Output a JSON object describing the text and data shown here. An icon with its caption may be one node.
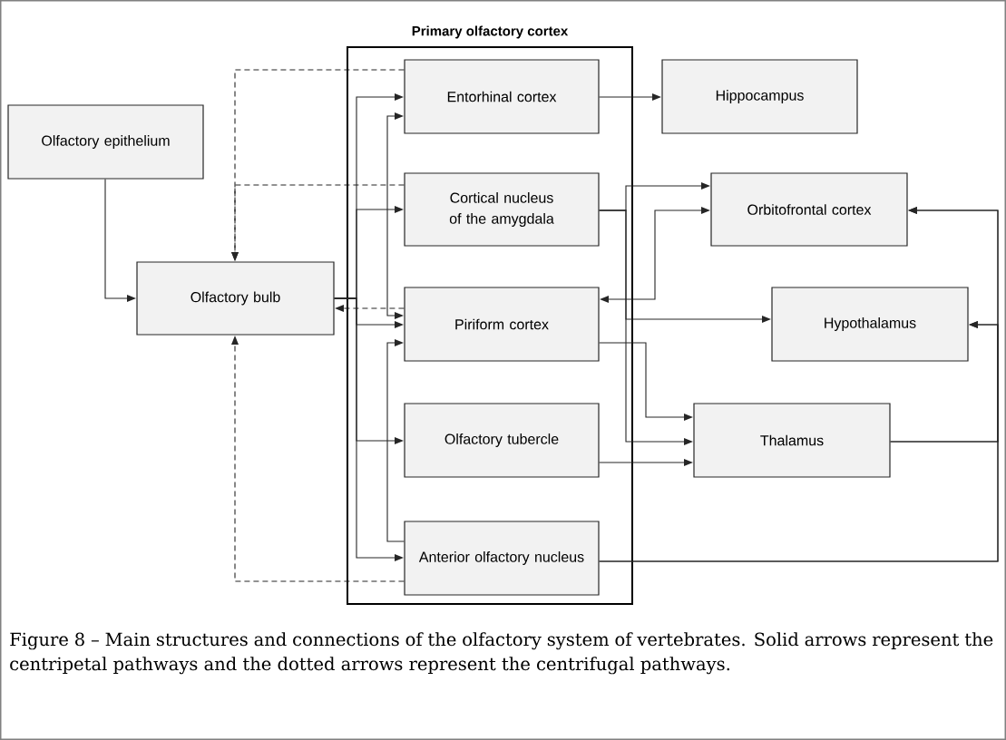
{
  "diagram": {
    "caption": "Figure 8 – Main structures and connections of the olfactory system of vertebrates. Solid arrows represent the centripetal pathways and the dotted arrows represent the centrifugal pathways.",
    "nodes": [
      {
        "text": [
          "Primary olfactory cortex"
        ]
      },
      {
        "text": [
          "Olfactory epithelium"
        ]
      },
      {
        "text": [
          "Olfactory bulb"
        ]
      },
      {
        "text": [
          "Entorhinal cortex"
        ],
        "in": 0
      },
      {
        "text": [
          "Hippocampus"
        ]
      },
      {
        "text": [
          "Cortical nucleus of the amygdala"
        ],
        "in": 0
      },
      {
        "text": [
          "Orbitofrontal cortex"
        ]
      },
      {
        "text": [
          "Piriform cortex"
        ],
        "in": 0
      },
      {
        "text": [
          "Hypothalamus"
        ]
      },
      {
        "text": [
          "Olfactory tubercle"
        ],
        "in": 0
      },
      {
        "text": [
          "Thalamus"
        ]
      },
      {
        "text": [
          "Anterior olfactory nucleus"
        ],
        "in": 0
      }
    ],
    "edges": [
      {
        "from": 1,
        "to": 2,
        "arrow": "to"
      },
      {
        "from": 2,
        "to": 3,
        "arrow": "to"
      },
      {
        "from": 2,
        "to": 5,
        "arrow": "to"
      },
      {
        "from": 2,
        "to": 7,
        "arrow": "to"
      },
      {
        "from": 2,
        "to": 9,
        "arrow": "to"
      },
      {
        "from": 2,
        "to": 11,
        "arrow": "to"
      },
      {
        "from": 7,
        "to": 3,
        "arrow": "both"
      },
      {
        "from": 11,
        "to": 7,
        "arrow": "to"
      },
      {
        "from": 3,
        "to": 2,
        "arrow": "to",
        "style": "dashed"
      },
      {
        "from": 5,
        "to": 2,
        "arrow": "to",
        "style": "dashed"
      },
      {
        "from": 7,
        "to": 2,
        "arrow": "to",
        "style": "dashed"
      },
      {
        "from": 11,
        "to": 2,
        "arrow": "to",
        "style": "dashed"
      },
      {
        "from": 3,
        "to": 4,
        "arrow": "to"
      },
      {
        "from": 5,
        "to": 6,
        "arrow": "to"
      },
      {
        "from": 5,
        "to": 8,
        "arrow": "to"
      },
      {
        "from": 5,
        "to": 10,
        "arrow": "to"
      },
      {
        "from": 7,
        "to": 6,
        "arrow": "both"
      },
      {
        "from": 7,
        "to": 10,
        "arrow": "to"
      },
      {
        "from": 9,
        "to": 10,
        "arrow": "to"
      },
      {
        "from": 10,
        "to": 6,
        "arrow": "to"
      },
      {
        "from": 10,
        "to": 8,
        "arrow": "to"
      },
      {
        "from": 11,
        "to": 6,
        "arrow": "to"
      },
      {
        "from": 11,
        "to": 8,
        "arrow": "to"
      }
    ]
  }
}
